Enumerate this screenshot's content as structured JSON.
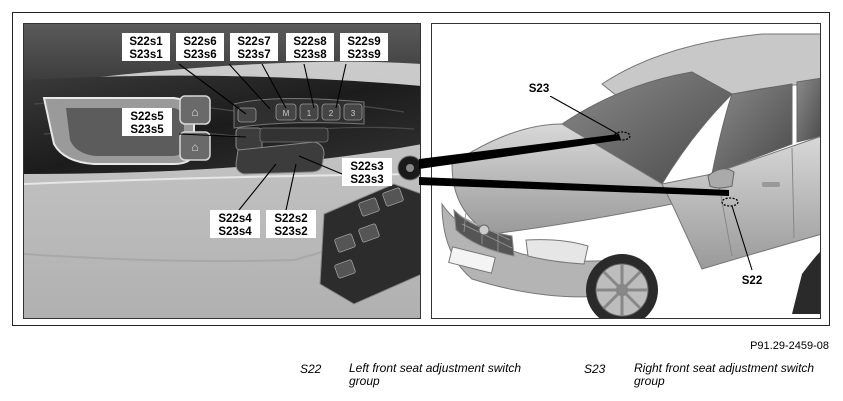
{
  "callouts": {
    "s1": [
      "S22s1",
      "S23s1"
    ],
    "s6": [
      "S22s6",
      "S23s6"
    ],
    "s7": [
      "S22s7",
      "S23s7"
    ],
    "s8": [
      "S22s8",
      "S23s8"
    ],
    "s9": [
      "S22s9",
      "S23s9"
    ],
    "s5": [
      "S22s5",
      "S23s5"
    ],
    "s3": [
      "S22s3",
      "S23s3"
    ],
    "s4": [
      "S22s4",
      "S23s4"
    ],
    "s2": [
      "S22s2",
      "S23s2"
    ]
  },
  "switch_glyphs": {
    "memory": "M",
    "one": "1",
    "two": "2",
    "three": "3"
  },
  "car_callouts": {
    "right": "S23",
    "left": "S22"
  },
  "figure_id": "P91.29-2459-08",
  "legend": [
    {
      "key": "S22",
      "desc": "Left front seat adjustment switch group"
    },
    {
      "key": "S23",
      "desc": "Right front seat adjustment switch group"
    }
  ],
  "colors": {
    "label_bg": "#ffffff",
    "wood_trim": "#2a2a2a",
    "door_panel": "#c6c6c6",
    "car_body": "#bcbcbc"
  }
}
